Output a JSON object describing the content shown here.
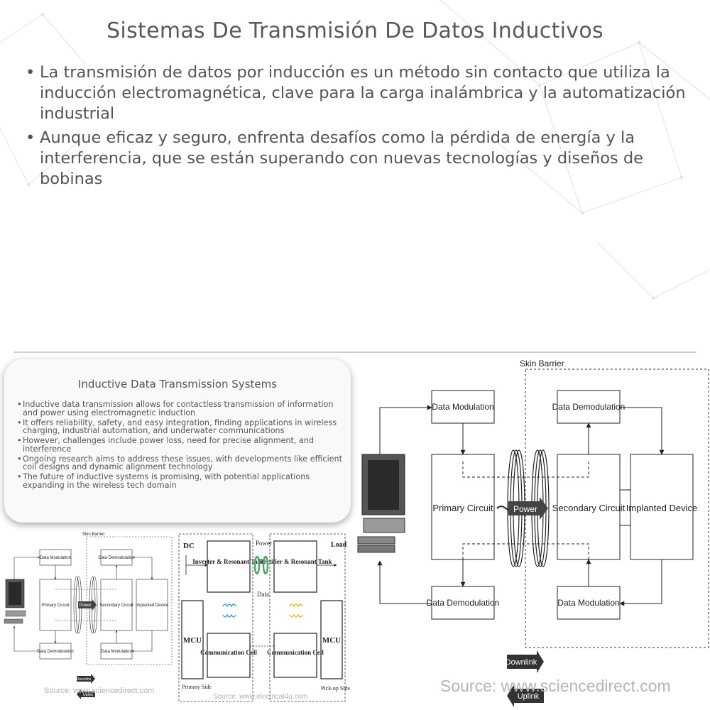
{
  "page": {
    "title": "Sistemas De Transmisión De Datos Inductivos",
    "bullets": [
      "La transmisión de datos por inducción es un método sin contacto que utiliza la inducción electromagnética, clave para la carga inalámbrica y la automatización industrial",
      "Aunque eficaz y seguro, enfrenta desafíos como la pérdida de energía y la interferencia, que se están superando con nuevas tecnologías y diseños de bobinas"
    ]
  },
  "inner_slide": {
    "title": "Inductive Data Transmission Systems",
    "bullets": [
      "Inductive data transmission allows for contactless transmission of information and power using electromagnetic induction",
      "It offers reliability, safety, and easy integration, finding applications in wireless charging, industrial automation, and underwater communications",
      "However, challenges include power loss, need for precise alignment, and interference",
      "Ongoing research aims to address these issues, with developments like efficient coil designs and dynamic alignment technology",
      "The future of inductive systems is promising, with potential applications expanding in the wireless tech domain"
    ]
  },
  "diagram_large": {
    "skin_barrier": "Skin Barrier",
    "data_modulation": "Data Modulation",
    "data_demodulation_top": "Data Demodulation",
    "primary_circuit": "Primary Circuit",
    "power": "Power",
    "secondary_circuit": "Secondary Circuit",
    "implanted_device": "Implanted Device",
    "data_demodulation_bottom": "Data Demodulation",
    "data_modulation_bottom": "Data Modulation",
    "downlink": "Downlink",
    "uplink": "Uplink",
    "source": "Source: www.sciencedirect.com"
  },
  "diagram_small": {
    "skin_barrier": "Skin Barrier",
    "data_modulation": "Data Modulation",
    "data_demodulation_top": "Data Demodulation",
    "primary_circuit": "Primary Circuit",
    "power": "Power",
    "secondary_circuit": "Secondary Circuit",
    "implanted_device": "Implanted Device",
    "data_demodulation_bottom": "Data Demodulation",
    "data_modulation_bottom": "Data Modulation",
    "downlink": "Downlink",
    "uplink": "Uplink",
    "source": "Source: www.sciencedirect.com"
  },
  "circuit_diagram": {
    "dc": "DC",
    "power": "Power",
    "load": "Load",
    "inverter": "Inverter & Resonant Tank",
    "rectifier": "Rectifier & Resonant Tank",
    "mcu_left": "MCU",
    "mcu_right": "MCU",
    "data": "Data",
    "comm_left": "Communication Cell",
    "comm_right": "Communication Cell",
    "primary_side": "Primary Side",
    "pickup_side": "Pick-up Side",
    "source": "Source: www.electrical4u.com"
  },
  "colors": {
    "title": "#595959",
    "text": "#555555",
    "diagram_line": "#222222",
    "coil_green": "#4aa866",
    "coil_blue": "#2f86c9",
    "coil_yellow": "#d8b400"
  }
}
